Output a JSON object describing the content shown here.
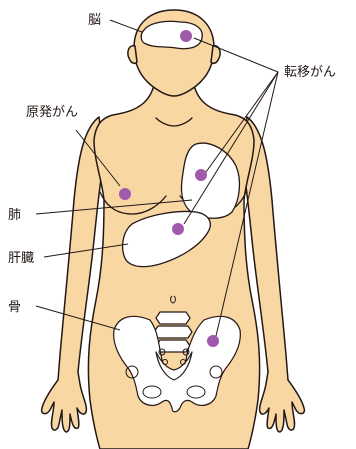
{
  "labels": {
    "brain": "脳",
    "metastasis": "転移がん",
    "primary": "原発がん",
    "lung": "肺",
    "liver": "肝臓",
    "bone": "骨"
  },
  "colors": {
    "skin": "#f9d7a3",
    "outline": "#231815",
    "tumor": "#a05aab",
    "organ": "#ffffff"
  },
  "tumor_sites": [
    "brain",
    "breast",
    "lung",
    "liver",
    "pelvis"
  ]
}
